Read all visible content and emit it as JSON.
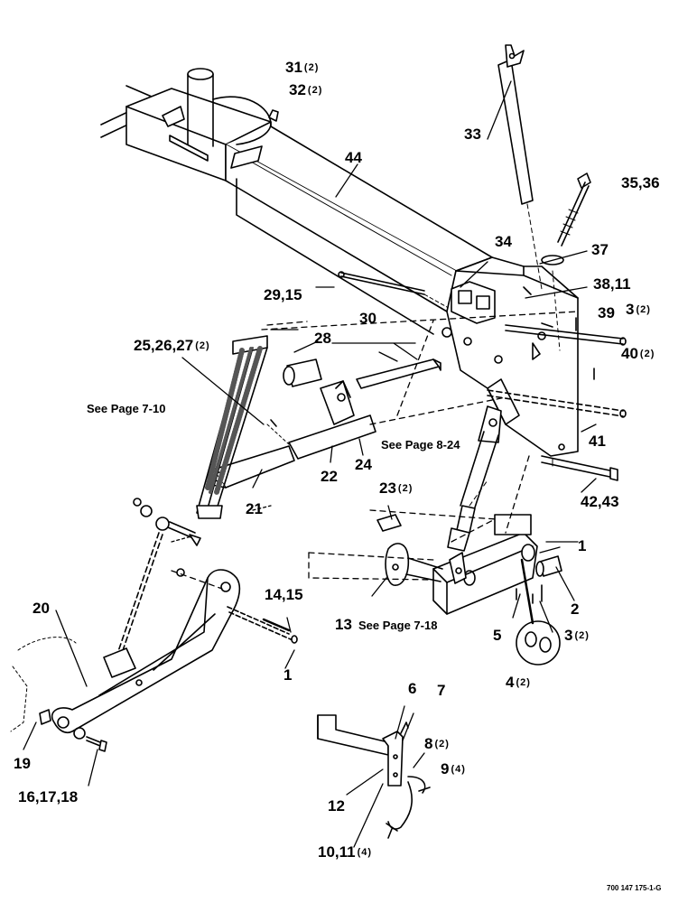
{
  "callouts": [
    {
      "id": "c31",
      "text": "31",
      "qty": "(2)"
    },
    {
      "id": "c32",
      "text": "32",
      "qty": "(2)"
    },
    {
      "id": "c33",
      "text": "33",
      "qty": ""
    },
    {
      "id": "c35",
      "text": "35,36",
      "qty": ""
    },
    {
      "id": "c44",
      "text": "44",
      "qty": ""
    },
    {
      "id": "c34",
      "text": "34",
      "qty": ""
    },
    {
      "id": "c37",
      "text": "37",
      "qty": ""
    },
    {
      "id": "c29",
      "text": "29,15",
      "qty": ""
    },
    {
      "id": "c38",
      "text": "38,11",
      "qty": ""
    },
    {
      "id": "c30",
      "text": "30",
      "qty": ""
    },
    {
      "id": "c39",
      "text": "39",
      "qty": ""
    },
    {
      "id": "c3a",
      "text": "3",
      "qty": "(2)"
    },
    {
      "id": "c25",
      "text": "25,26,27",
      "qty": "(2)"
    },
    {
      "id": "c28",
      "text": "28",
      "qty": ""
    },
    {
      "id": "c40",
      "text": "40",
      "qty": "(2)"
    },
    {
      "id": "c41",
      "text": "41",
      "qty": ""
    },
    {
      "id": "c22",
      "text": "22",
      "qty": ""
    },
    {
      "id": "c24",
      "text": "24",
      "qty": ""
    },
    {
      "id": "c21",
      "text": "21",
      "qty": ""
    },
    {
      "id": "c42",
      "text": "42,43",
      "qty": ""
    },
    {
      "id": "c23",
      "text": "23",
      "qty": "(2)"
    },
    {
      "id": "c1a",
      "text": "1",
      "qty": ""
    },
    {
      "id": "c14",
      "text": "14,15",
      "qty": ""
    },
    {
      "id": "c20",
      "text": "20",
      "qty": ""
    },
    {
      "id": "c2",
      "text": "2",
      "qty": ""
    },
    {
      "id": "c13",
      "text": "13",
      "qty": ""
    },
    {
      "id": "c5",
      "text": "5",
      "qty": ""
    },
    {
      "id": "c3b",
      "text": "3",
      "qty": "(2)"
    },
    {
      "id": "c1b",
      "text": "1",
      "qty": ""
    },
    {
      "id": "c4",
      "text": "4",
      "qty": "(2)"
    },
    {
      "id": "c6",
      "text": "6",
      "qty": ""
    },
    {
      "id": "c7",
      "text": "7",
      "qty": ""
    },
    {
      "id": "c8",
      "text": "8",
      "qty": "(2)"
    },
    {
      "id": "c19",
      "text": "19",
      "qty": ""
    },
    {
      "id": "c9",
      "text": "9",
      "qty": "(4)"
    },
    {
      "id": "c16",
      "text": "16,17,18",
      "qty": ""
    },
    {
      "id": "c12",
      "text": "12",
      "qty": ""
    },
    {
      "id": "c10",
      "text": "10,11",
      "qty": "(4)"
    }
  ],
  "notes": {
    "see_7_10": "See Page 7-10",
    "see_8_24": "See Page 8-24",
    "see_7_18": "See Page 7-18"
  },
  "figure_id": "700 147 175-1-G"
}
